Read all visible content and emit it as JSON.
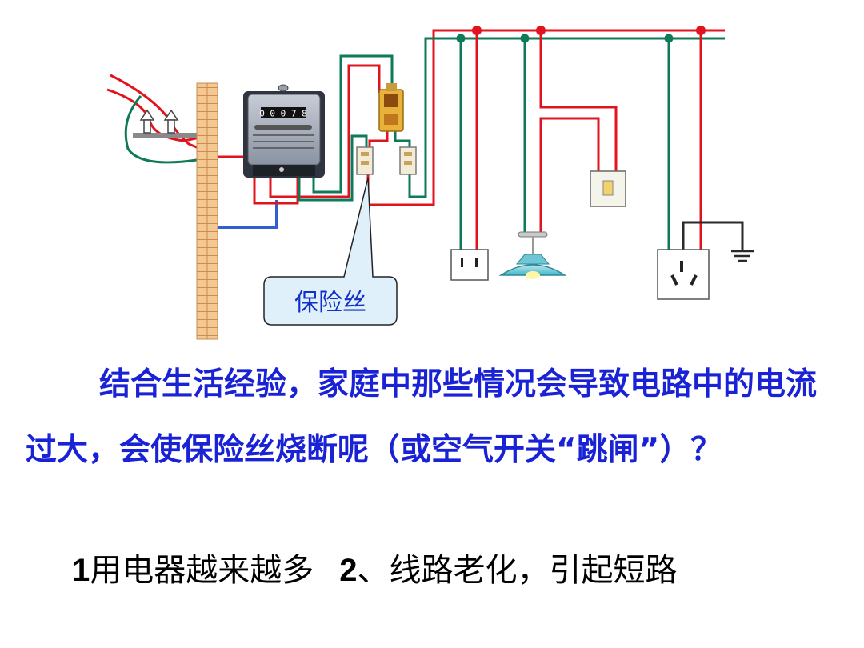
{
  "callout": {
    "label": "保险丝"
  },
  "meter": {
    "reading": "0 0 0 7 8"
  },
  "question": {
    "text": "结合生活经验，家庭中那些情况会导致电路中的电流过大，会使保险丝烧断呢（或空气开关“跳闸”）？"
  },
  "answers": [
    {
      "num": "1",
      "text": "用电器越来越多"
    },
    {
      "num": "2",
      "text": "、线路老化，引起短路"
    }
  ],
  "colors": {
    "live_wire": "#e0141e",
    "neutral_wire": "#0f7a5a",
    "ground_wire": "#2a2a2a",
    "blue_wire": "#2f5fd0",
    "brick": "#f2c48e",
    "text_blue": "#1a22d6",
    "callout_fill": "#dff0fa"
  }
}
